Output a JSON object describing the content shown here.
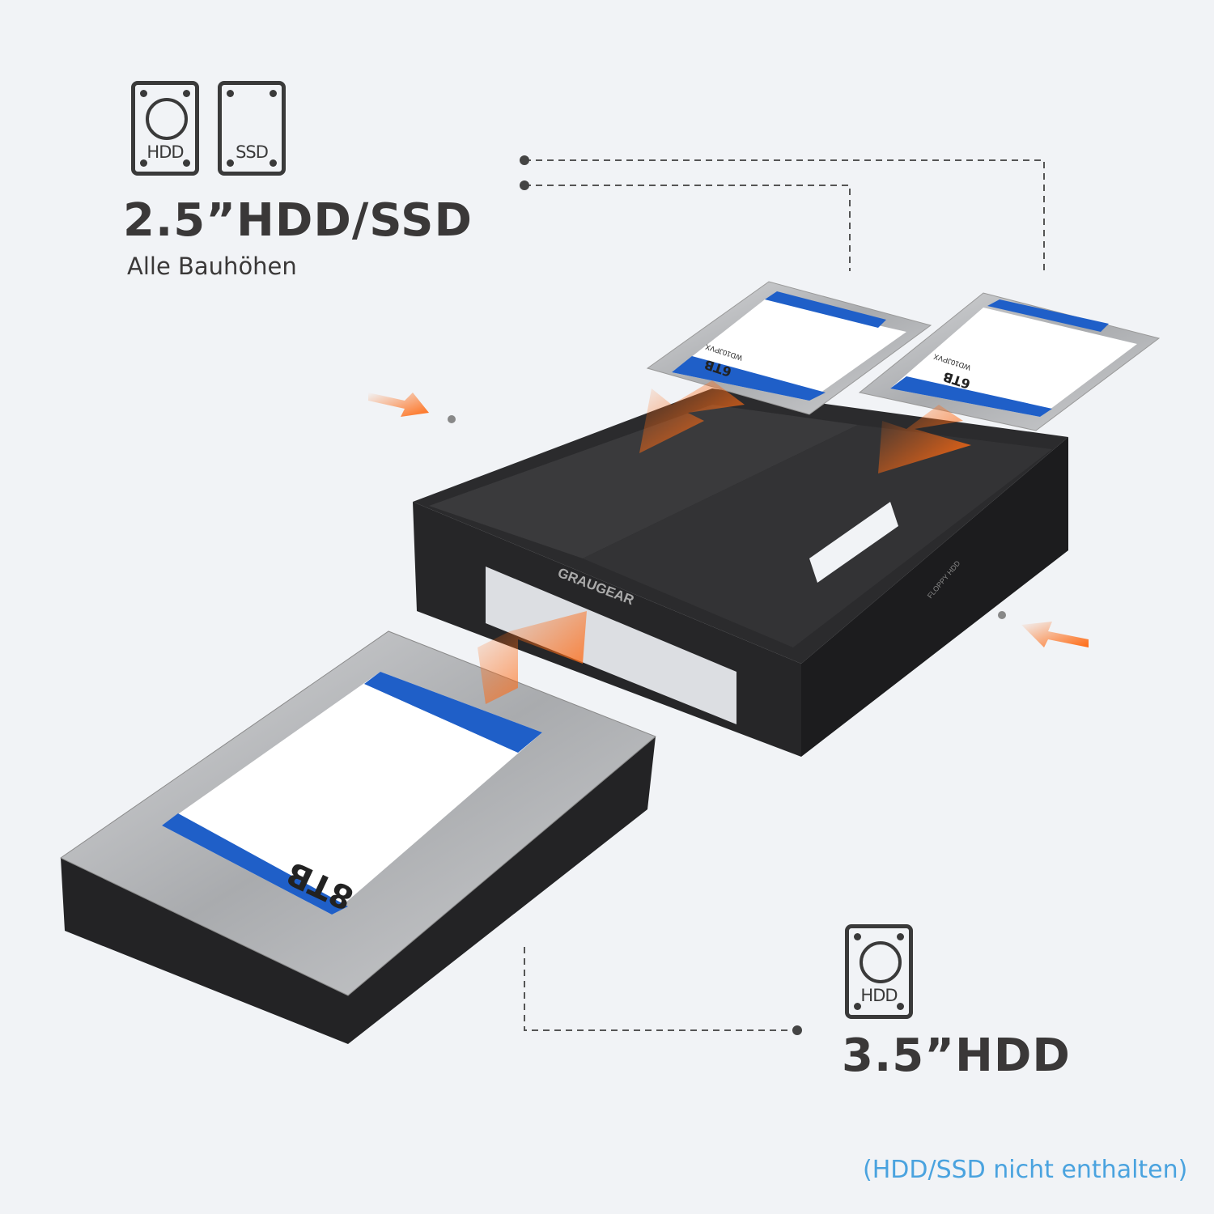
{
  "top_left": {
    "icons": [
      {
        "name": "hdd-icon",
        "label": "HDD"
      },
      {
        "name": "ssd-icon",
        "label": "SSD"
      }
    ],
    "title": "2.5”HDD/SSD",
    "subtitle": "Alle Bauhöhen"
  },
  "bottom_right": {
    "icon": {
      "name": "hdd-icon",
      "label": "HDD"
    },
    "title": "3.5”HDD"
  },
  "footnote": "(HDD/SSD nicht enthalten)",
  "product": {
    "brand": "GRAUGEAR",
    "side_label": "FLOPPY HDD",
    "large_drive_capacity": "8TB",
    "small_drive_capacity": "6TB",
    "small_drive_model": "WD10JPVX"
  },
  "colors": {
    "background": "#f1f3f6",
    "text": "#3a3838",
    "accent_blue": "#4aa3df",
    "arrow_orange": "#ff6a13",
    "label_blue": "#1f5fc8"
  }
}
